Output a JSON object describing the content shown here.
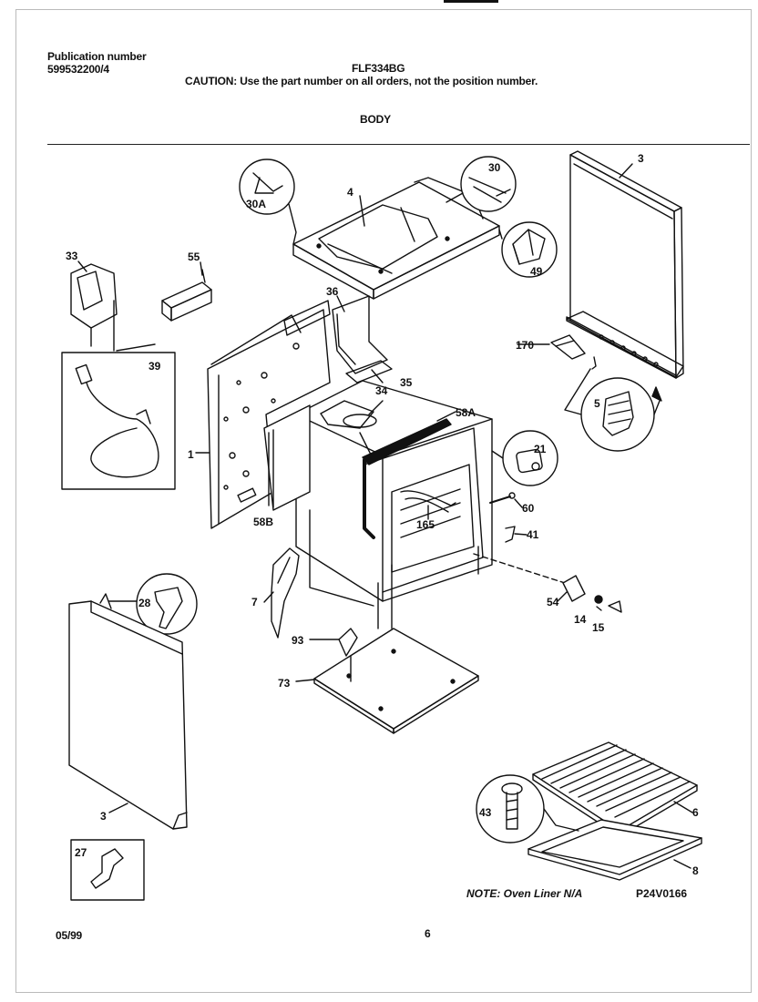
{
  "header": {
    "publication_label": "Publication number",
    "publication_number": "599532200/4",
    "model": "FLF334BG",
    "caution": "CAUTION:  Use the part number on all orders, not the position number.",
    "section": "BODY"
  },
  "diagram": {
    "callouts": {
      "c30a": "30A",
      "c30": "30",
      "c4": "4",
      "c49": "49",
      "c3_top": "3",
      "c33": "33",
      "c55": "55",
      "c36": "36",
      "c39": "39",
      "c35": "35",
      "c34": "34",
      "c58a": "58A",
      "c170": "170",
      "c5": "5",
      "c1": "1",
      "c21": "21",
      "c58b": "58B",
      "c60": "60",
      "c165": "165",
      "c41": "41",
      "c28": "28",
      "c7": "7",
      "c54": "54",
      "c14": "14",
      "c15": "15",
      "c93": "93",
      "c73": "73",
      "c3_bottom": "3",
      "c43": "43",
      "c6": "6",
      "c8": "8",
      "c27": "27"
    },
    "note": "NOTE: Oven Liner N/A",
    "figure_code": "P24V0166"
  },
  "footer": {
    "date": "05/99",
    "page": "6"
  }
}
